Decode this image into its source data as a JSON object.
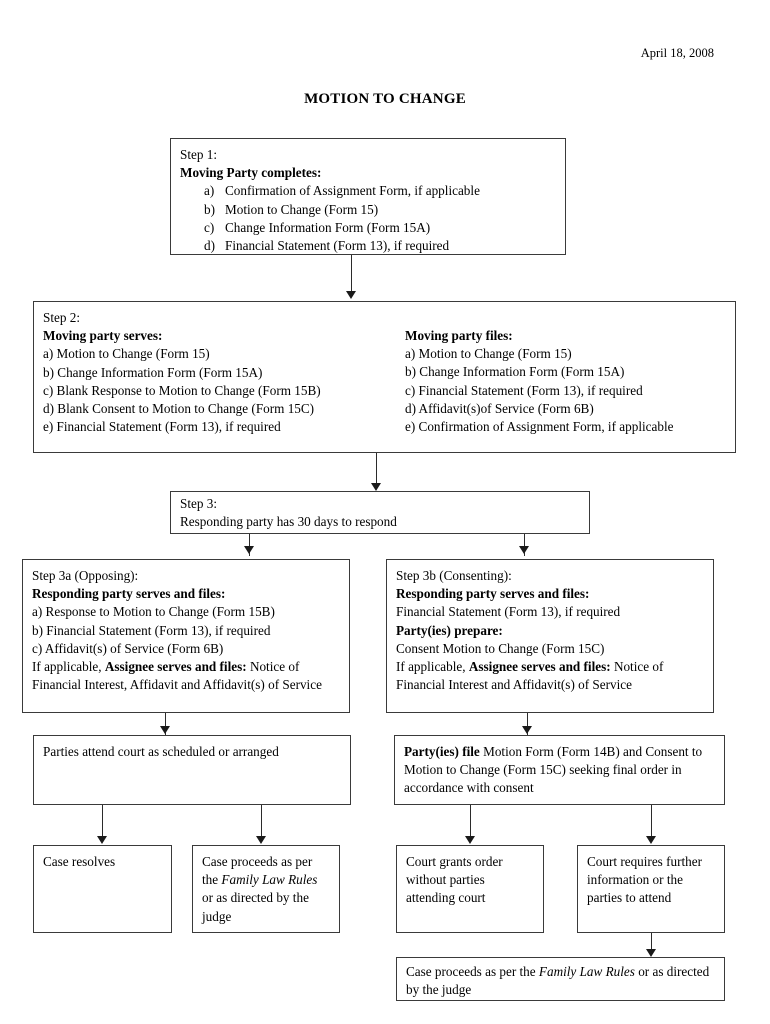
{
  "document": {
    "date": "April 18, 2008",
    "title": "MOTION TO CHANGE"
  },
  "flowchart": {
    "step1": {
      "label": "Step 1:",
      "heading": "Moving Party completes:",
      "items": [
        {
          "mark": "a)",
          "text": "Confirmation of Assignment Form, if applicable"
        },
        {
          "mark": "b)",
          "text": "Motion to Change (Form 15)"
        },
        {
          "mark": "c)",
          "text": "Change Information Form (Form 15A)"
        },
        {
          "mark": "d)",
          "text": "Financial Statement (Form 13), if required"
        }
      ]
    },
    "step2": {
      "label": "Step 2:",
      "serves_heading": "Moving party serves:",
      "serves_items": [
        "a) Motion to Change (Form 15)",
        "b) Change Information Form (Form 15A)",
        "c) Blank Response to Motion to Change (Form 15B)",
        "d) Blank Consent to Motion to Change (Form 15C)",
        "e) Financial Statement (Form 13), if required"
      ],
      "files_heading": "Moving party files:",
      "files_items": [
        "a) Motion to Change (Form 15)",
        "b) Change Information Form (Form 15A)",
        "c) Financial Statement (Form 13), if required",
        "d) Affidavit(s)of Service (Form 6B)",
        "e) Confirmation of Assignment Form, if applicable"
      ]
    },
    "step3": {
      "label": "Step 3:",
      "text": "Responding party has 30 days to respond"
    },
    "step3a": {
      "label": "Step 3a (Opposing):",
      "heading": "Responding party serves and files:",
      "items": [
        "a) Response to Motion to Change (Form 15B)",
        "b) Financial Statement (Form 13), if required",
        "c) Affidavit(s) of Service (Form 6B)"
      ],
      "note_prefix": "If applicable, ",
      "note_bold": "Assignee serves and files:",
      "note_suffix": " Notice of Financial Interest, Affidavit and Affidavit(s) of Service"
    },
    "step3b": {
      "label": "Step 3b (Consenting):",
      "heading1": "Responding party serves and files:",
      "line1": "Financial Statement (Form 13), if required",
      "heading2": "Party(ies) prepare:",
      "line2": "Consent Motion to Change (Form 15C)",
      "note_prefix": "If applicable, ",
      "note_bold": "Assignee serves and files:",
      "note_suffix": "  Notice of Financial Interest and Affidavit(s) of Service"
    },
    "attend_court": {
      "text": "Parties attend court as scheduled or arranged"
    },
    "party_file": {
      "bold": "Party(ies) file",
      "rest": " Motion Form (Form 14B) and Consent to Motion to Change (Form 15C) seeking final order in accordance with consent"
    },
    "outcomes": {
      "case_resolves": "Case resolves",
      "case_proceeds_left_part1": "Case proceeds as per the ",
      "case_proceeds_left_italic": "Family Law Rules",
      "case_proceeds_left_part2": " or as directed by the judge",
      "court_grants": "Court grants order without parties attending court",
      "court_requires": "Court requires further information or the parties to attend",
      "case_proceeds_bottom_part1": "Case proceeds as per the ",
      "case_proceeds_bottom_italic": "Family Law Rules",
      "case_proceeds_bottom_part2": " or as directed by the judge"
    }
  }
}
